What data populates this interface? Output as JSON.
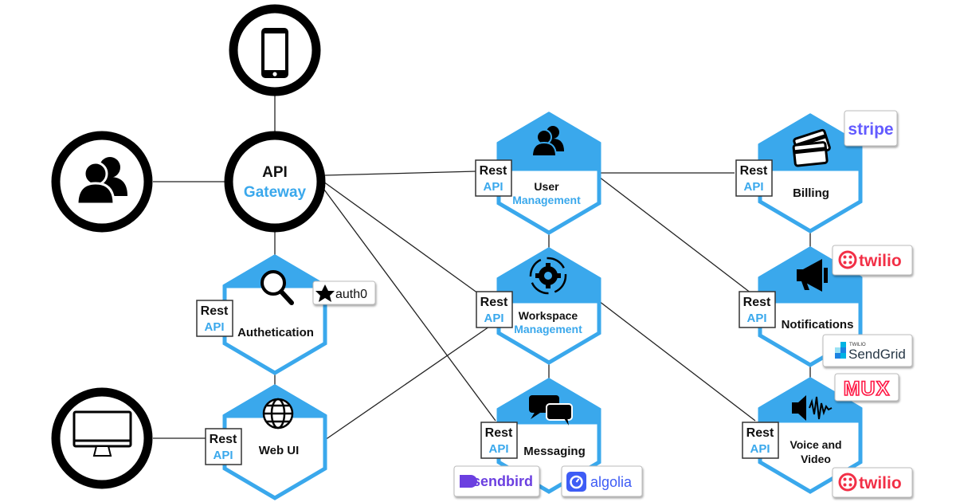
{
  "gateway": {
    "line1": "API",
    "line2": "Gateway"
  },
  "rest_api": {
    "top": "Rest",
    "bottom": "API"
  },
  "services": {
    "authentication": {
      "label": "Authetication"
    },
    "web_ui": {
      "label": "Web UI"
    },
    "user_management": {
      "line1": "User",
      "line2": "Management"
    },
    "workspace_management": {
      "line1": "Workspace",
      "line2": "Management"
    },
    "messaging": {
      "label": "Messaging"
    },
    "billing": {
      "label": "Billing"
    },
    "notifications": {
      "label": "Notifications"
    },
    "voice_video": {
      "line1": "Voice and",
      "line2": "Video"
    }
  },
  "brands": {
    "auth0": "auth0",
    "stripe": "stripe",
    "twilio": "twilio",
    "sendgrid_small": "TWILIO",
    "sendgrid": "SendGrid",
    "mux": "MUX",
    "sendbird": "sendbird",
    "algolia": "algolia"
  },
  "icons": {
    "mobile": "mobile-phone-icon",
    "users": "users-icon",
    "desktop": "desktop-monitor-icon",
    "search": "magnifier-icon",
    "globe": "globe-icon",
    "user_mgmt": "users-icon",
    "workspace": "gear-cycle-icon",
    "messaging": "chat-bubbles-icon",
    "billing": "credit-cards-icon",
    "notifications": "megaphone-icon",
    "voice": "speaker-waveform-icon"
  },
  "colors": {
    "accent": "#3aa8ec",
    "ink": "#111111",
    "stripe": "#635bff",
    "twilio": "#f22f46",
    "sendgrid": "#1a82e2",
    "mux": "#ff1744",
    "sendbird": "#6b3fe0",
    "algolia": "#3e5cf5"
  }
}
